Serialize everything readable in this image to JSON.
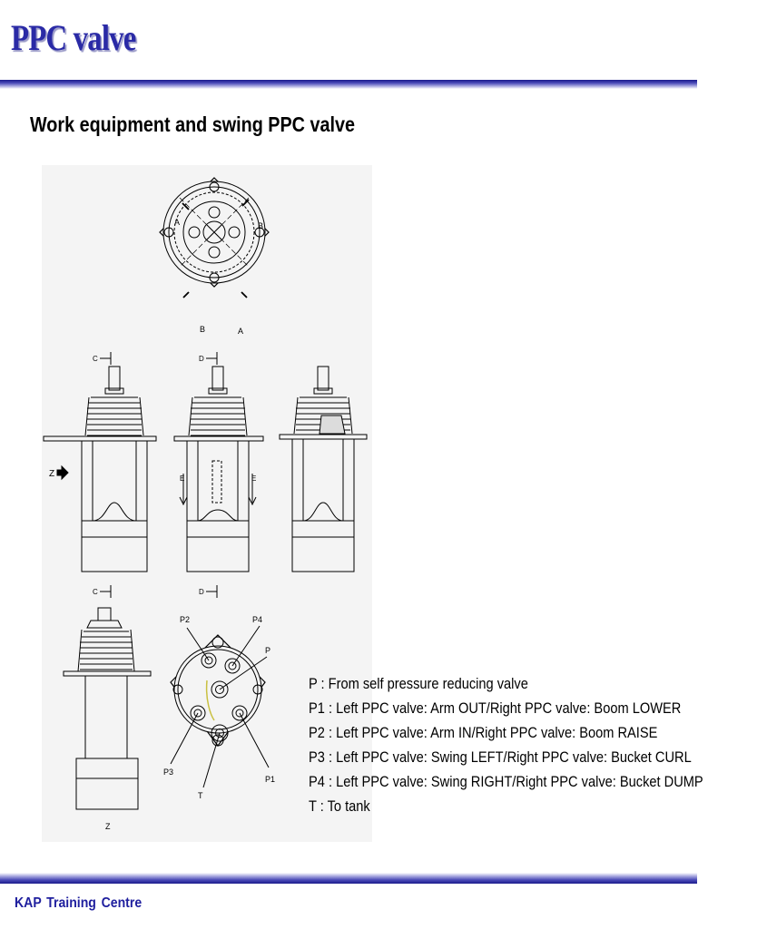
{
  "header": {
    "title": "PPC valve",
    "subtitle": "Work equipment and swing PPC valve"
  },
  "diagram": {
    "labels": {
      "a": "A",
      "b": "B",
      "c": "C",
      "d": "D",
      "e": "E",
      "z": "Z",
      "p": "P",
      "p1": "P1",
      "p2": "P2",
      "p3": "P3",
      "p4": "P4",
      "t": "T"
    }
  },
  "legend": {
    "items": [
      "P : From self pressure reducing valve",
      "P1 : Left PPC valve: Arm OUT/Right PPC valve: Boom LOWER",
      "P2 : Left PPC valve: Arm IN/Right PPC valve: Boom RAISE",
      "P3 : Left PPC valve: Swing LEFT/Right PPC valve: Bucket CURL",
      "P4 : Left PPC valve: Swing RIGHT/Right PPC valve: Bucket DUMP",
      "T : To tank"
    ]
  },
  "footer": {
    "text": "KAP  Training  Centre"
  }
}
